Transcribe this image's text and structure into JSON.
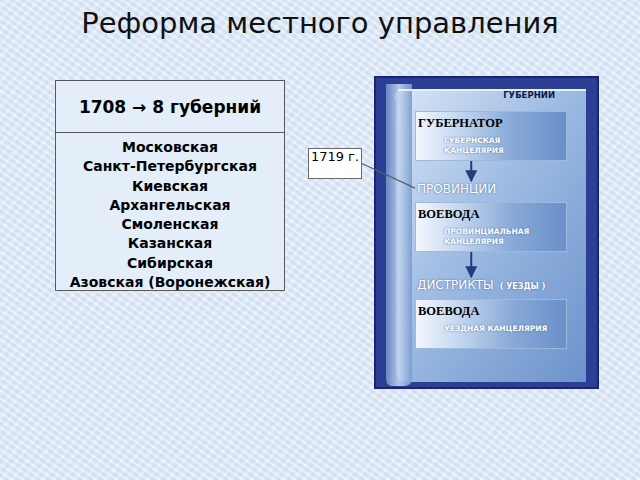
{
  "diagram": {
    "title": "Реформа местного управления",
    "nodes": [
      {
        "text": [
          "1708 → 8 губерний"
        ]
      },
      {
        "text": [
          "Московская",
          "Санкт-Петербургская",
          "Киевская",
          "Архангельская",
          "Смоленская",
          "Казанская",
          "Сибирская",
          "Азовская (Воронежская)"
        ]
      },
      {
        "text": [
          "1719 г."
        ]
      },
      {
        "text": [
          "ГУБЕРНИИ",
          "ГУБЕРНАТОР",
          "ГУБЕРНСКАЯ КАНЦЕЛЯРИЯ"
        ]
      },
      {
        "text": [
          "ПРОВИНЦИИ",
          "ВОЕВОДА",
          "ПРОВИНЦИАЛЬНАЯ КАНЦЕЛЯРИЯ"
        ]
      },
      {
        "text": [
          "ДИСТРИКТЫ",
          "( УЕЗДЫ )",
          "ВОЕВОДА",
          "УЕЗДНАЯ КАНЦЕЛЯРИЯ"
        ]
      }
    ],
    "edges": [
      {
        "from": 3,
        "to": 4,
        "arrow": "to"
      },
      {
        "from": 4,
        "to": 5,
        "arrow": "to"
      },
      {
        "from": 2,
        "to": 4,
        "arrow": "none"
      }
    ]
  }
}
